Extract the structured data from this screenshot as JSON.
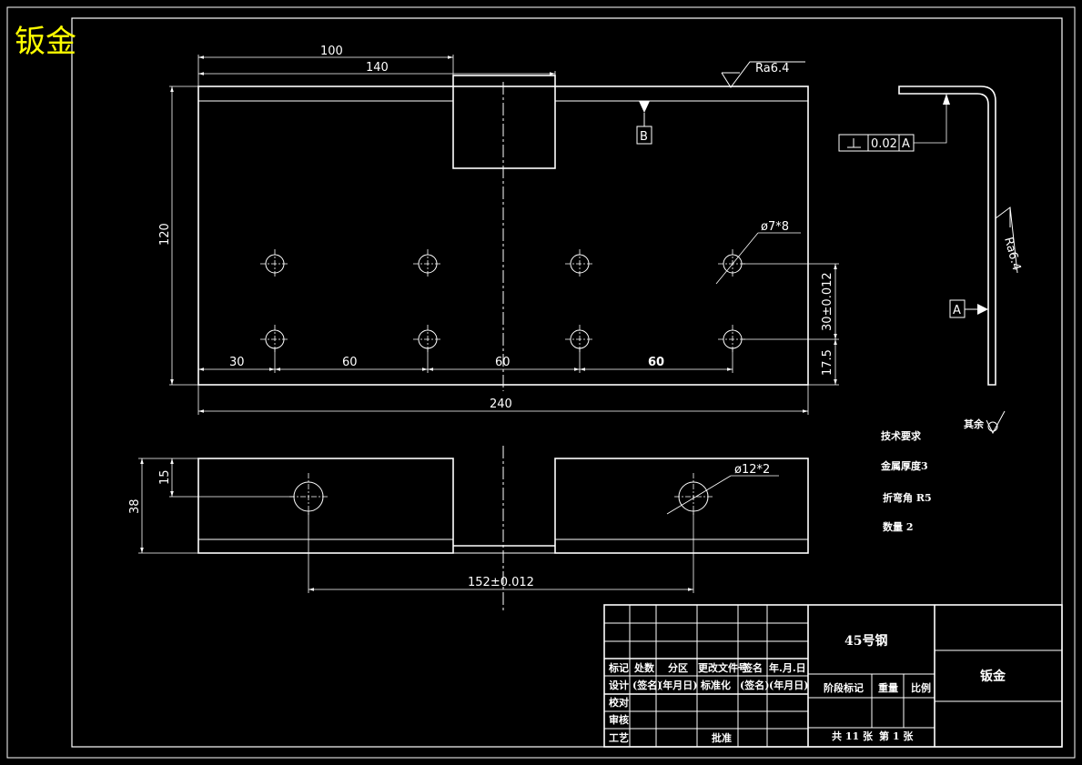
{
  "title": "钣金",
  "dims": {
    "d100": "100",
    "d140": "140",
    "d120": "120",
    "d30": "30",
    "d60a": "60",
    "d60b": "60",
    "d60c": "60",
    "d240": "240",
    "d30tol": "30±0.012",
    "d17_5": "17.5",
    "d15": "15",
    "d38": "38",
    "d152": "152±0.012",
    "hole_small": "ø7*8",
    "hole_large": "ø12*2"
  },
  "surface": {
    "top": "Ra6.4",
    "side": "Ra6.4",
    "rest": "其余"
  },
  "datum": {
    "b": "B",
    "a": "A",
    "tol_symbol": "⊥",
    "tol_value": "0.02",
    "tol_ref": "A"
  },
  "notes": {
    "heading": "技术要求",
    "line1": "金属厚度3",
    "line2": "折弯角 R5",
    "line3": "数量 2"
  },
  "titleblock": {
    "material": "45号钢",
    "part_name": "钣金",
    "h_mark": "标记",
    "h_count": "处数",
    "h_zone": "分区",
    "h_change": "更改文件号",
    "h_sign": "签名",
    "h_date": "年.月.日",
    "r_design": "设计",
    "r_sign1": "(签名)",
    "r_date1": "(年月日)",
    "r_std": "标准化",
    "r_sign2": "(签名)",
    "r_date2": "(年月日)",
    "r_check": "校对",
    "r_review": "审核",
    "r_process": "工艺",
    "r_approve": "批准",
    "stage_mark": "阶段标记",
    "weight": "重量",
    "scale": "比例",
    "sheets": "共 11 张",
    "sheet_no": "第 1 张"
  }
}
